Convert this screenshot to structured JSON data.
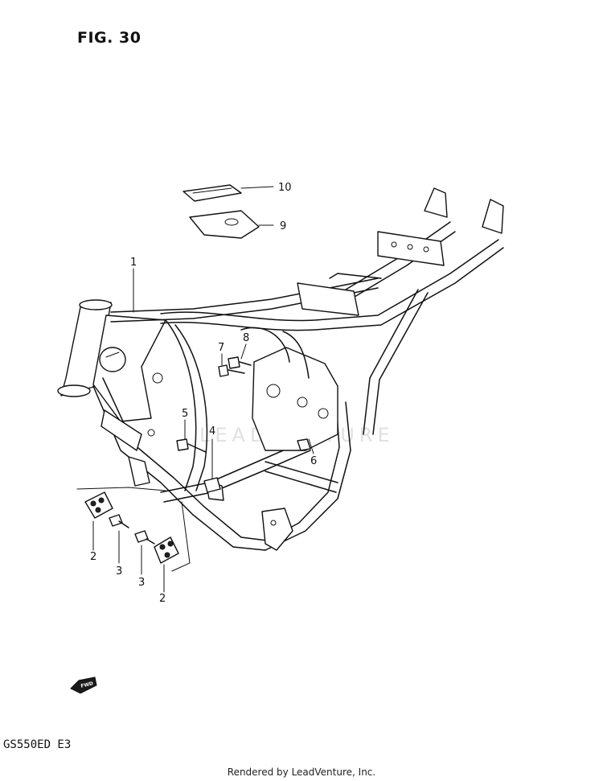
{
  "figure": {
    "title": "FIG. 30"
  },
  "model": {
    "code": "GS550ED E3"
  },
  "footer": {
    "text": "Rendered by LeadVenture, Inc."
  },
  "watermark": {
    "text": "LEADVENTURE"
  },
  "fwd_badge": {
    "text": "FWD"
  },
  "callouts": [
    {
      "id": "c1",
      "label": "1"
    },
    {
      "id": "c2a",
      "label": "2"
    },
    {
      "id": "c2b",
      "label": "2"
    },
    {
      "id": "c3a",
      "label": "3"
    },
    {
      "id": "c3b",
      "label": "3"
    },
    {
      "id": "c4",
      "label": "4"
    },
    {
      "id": "c5",
      "label": "5"
    },
    {
      "id": "c6",
      "label": "6"
    },
    {
      "id": "c7",
      "label": "7"
    },
    {
      "id": "c8",
      "label": "8"
    },
    {
      "id": "c9",
      "label": "9"
    },
    {
      "id": "c10",
      "label": "10"
    }
  ]
}
